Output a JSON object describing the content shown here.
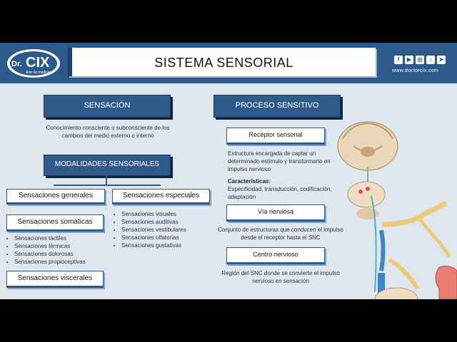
{
  "title": "SISTEMA SENSORIAL",
  "logo": {
    "brand": "Dr. CIX",
    "tagline": "Arte de medicina"
  },
  "website": "www.doctorcix.com",
  "social_icons": [
    "facebook-icon",
    "youtube-icon",
    "instagram-icon",
    "tiktok-icon",
    "telegram-icon"
  ],
  "left": {
    "sensacion": {
      "label": "SENSACIÓN",
      "description": "Conocimiento consciente o subconsciente de los cambios del medio externo o interno"
    },
    "modalidades": {
      "label": "MODALIDADES SENSORIALES"
    },
    "generales": {
      "label": "Sensaciones generales"
    },
    "especiales": {
      "label": "Sensaciones especiales",
      "items": [
        "Sensaciones visuales",
        "Sensaciones auditivas",
        "Sensaciones vestibulares",
        "Sensaciones olfatorias",
        "Sensaciones gustativas"
      ]
    },
    "somaticas": {
      "label": "Sensaciones somáticas",
      "items": [
        "Sensaciones táctiles",
        "Sensaciones térmicas",
        "Sensaciones dolorosas",
        "Sensaciones propioceptivas"
      ]
    },
    "viscerales": {
      "label": "Sensaciones viscerales"
    }
  },
  "right": {
    "proceso": {
      "label": "PROCESO SENSITIVO"
    },
    "receptor": {
      "label": "Receptor sensorial",
      "description": "Estructura encargada de captar un determinado estímulo y transformarlo en impulso nervioso",
      "characteristics_label": "Características:",
      "characteristics": "Especificidad, transducción, codificación, adaptación"
    },
    "via": {
      "label": "Vía nerviosa",
      "description": "Conjunto de estructuras que conducen el impulso desde el receptor hasta el SNC"
    },
    "centro": {
      "label": "Centro nervioso",
      "description": "Región del SNC donde se convierte el impulso nervioso en sensación"
    }
  },
  "colors": {
    "band": "#2c5a8a",
    "header": "#2f5b8c",
    "background": "#dfe7ee"
  }
}
